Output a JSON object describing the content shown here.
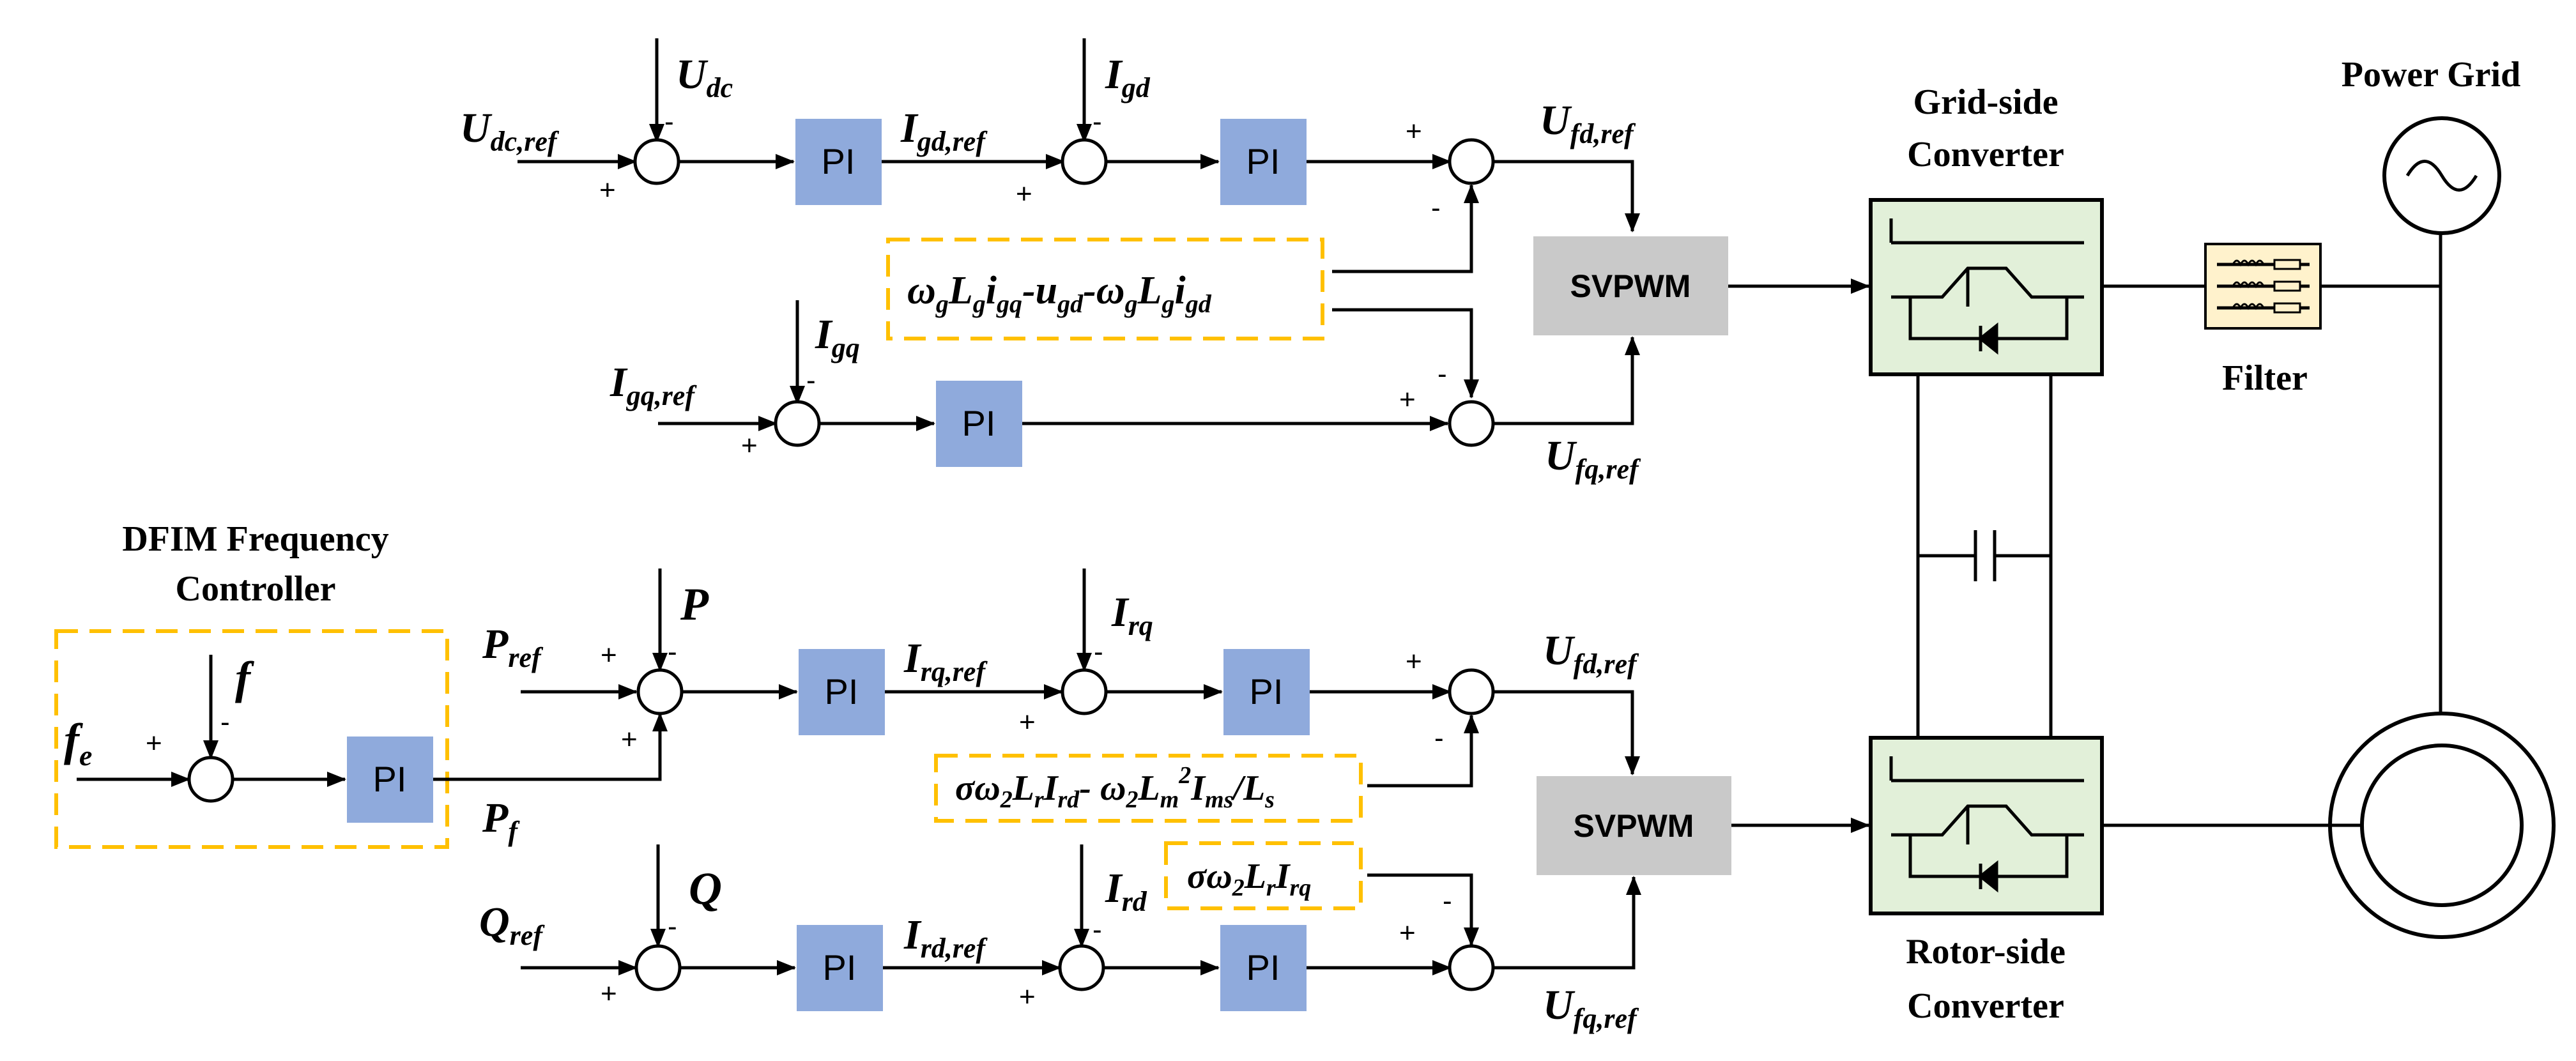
{
  "power_grid": "Power Grid",
  "grid_side_converter": [
    "Grid-side",
    "Converter"
  ],
  "rotor_side_converter": [
    "Rotor-side",
    "Converter"
  ],
  "filter": "Filter",
  "dfim_controller": [
    "DFIM Frequency",
    "Controller"
  ],
  "pi_label": "PI",
  "svpwm_label": "SVPWM",
  "signs": {
    "plus": "+",
    "minus": "-"
  },
  "grid_loop": {
    "udc_ref": {
      "main": "U",
      "sub": "dc,ref"
    },
    "udc": {
      "main": "U",
      "sub": "dc"
    },
    "igd_ref": {
      "main": "I",
      "sub": "gd,ref"
    },
    "igd": {
      "main": "I",
      "sub": "gd"
    },
    "ufd_ref": {
      "main": "U",
      "sub": "fd,ref"
    },
    "igq_ref": {
      "main": "I",
      "sub": "gq,ref"
    },
    "igq": {
      "main": "I",
      "sub": "gq"
    },
    "ufq_ref": {
      "main": "U",
      "sub": "fq,ref"
    },
    "feedforward": [
      "ω",
      "g",
      "L",
      "g",
      "i",
      "gq",
      "-u",
      "gd",
      "-ω",
      "g",
      "L",
      "g",
      "i",
      "gd"
    ]
  },
  "rotor_loop": {
    "p_ref": {
      "main": "P",
      "sub": "ref"
    },
    "p": "P",
    "pf": {
      "main": "P",
      "sub": "f"
    },
    "irq_ref": {
      "main": "I",
      "sub": "rq,ref"
    },
    "irq": {
      "main": "I",
      "sub": "rq"
    },
    "ufd_ref": {
      "main": "U",
      "sub": "fd,ref"
    },
    "q_ref": {
      "main": "Q",
      "sub": "ref"
    },
    "q": "Q",
    "ird_ref": {
      "main": "I",
      "sub": "rd,ref"
    },
    "ird": {
      "main": "I",
      "sub": "rd"
    },
    "ufq_ref": {
      "main": "U",
      "sub": "fq,ref"
    },
    "ff_d": [
      "σω",
      "2",
      "L",
      "r",
      "I",
      "rd",
      "- ω",
      "2",
      "L",
      "m",
      "2",
      "I",
      "ms",
      "/L",
      "s"
    ],
    "ff_q": [
      "σω",
      "2",
      "L",
      "r",
      "I",
      "rq"
    ]
  },
  "freq_ctrl": {
    "fe": {
      "main": "f",
      "sub": "e"
    },
    "f": "f"
  }
}
